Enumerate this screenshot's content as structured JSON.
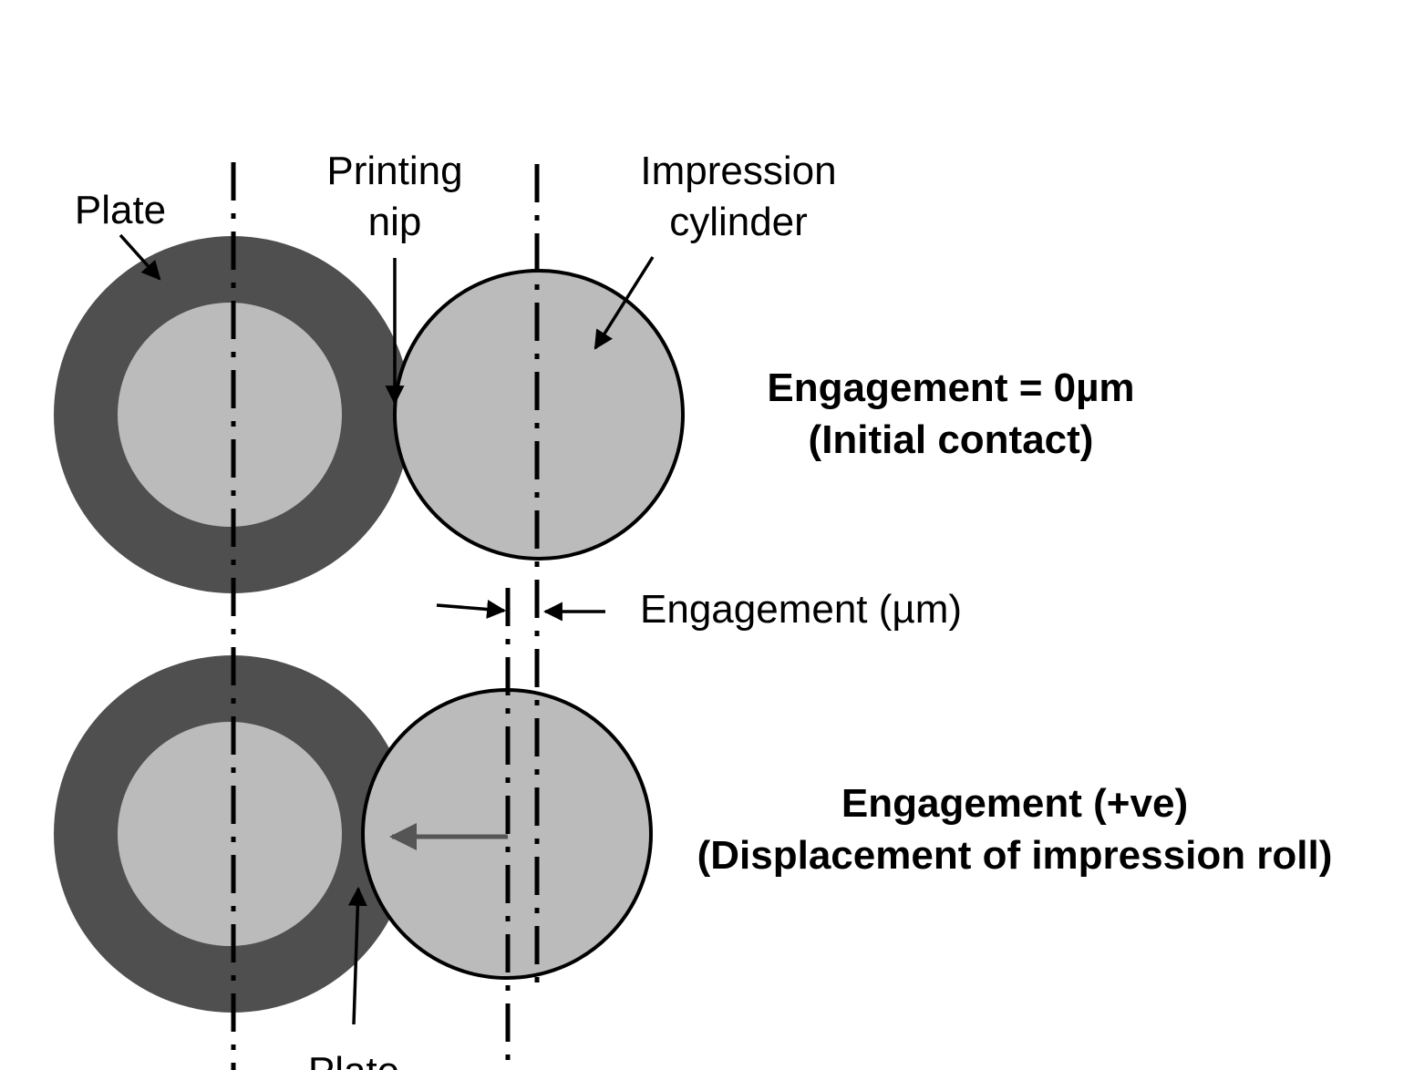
{
  "colors": {
    "plate": "#4f4f4f",
    "plate_core": "#bbbbbb",
    "impression_cylinder": "#bbbbbb",
    "outline": "#000000",
    "displacement_arrow": "#555555"
  },
  "labels": {
    "plate_top": "Plate",
    "printing_nip_line1": "Printing",
    "printing_nip_line2": "nip",
    "impression_line1": "Impression",
    "impression_line2": "cylinder",
    "engagement_zero_line1": "Engagement = 0µm",
    "engagement_zero_line2": "(Initial contact)",
    "engagement_um": "Engagement (µm)",
    "engagement_pos_line1": "Engagement (+ve)",
    "engagement_pos_line2": "(Displacement of impression roll)",
    "plate_bottom_partial": "Plate"
  }
}
